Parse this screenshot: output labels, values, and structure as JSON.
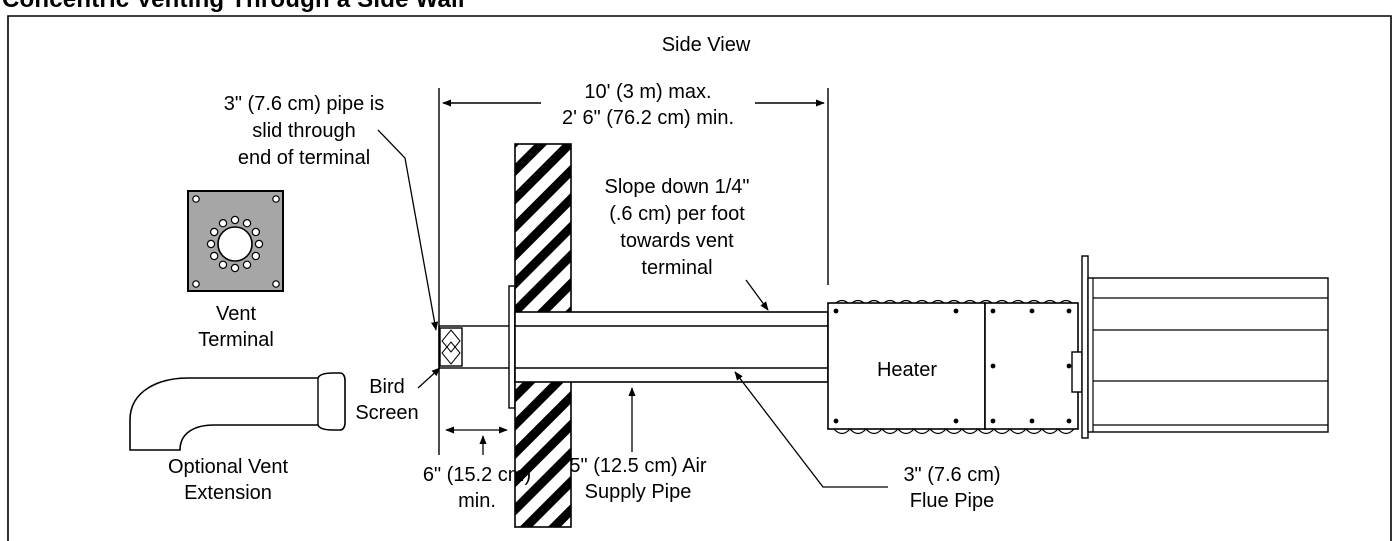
{
  "figure": {
    "truncated_heading": "Concentric Venting Through a Side Wall",
    "title": "Side View"
  },
  "labels": {
    "pipe_slid": [
      "3\" (7.6 cm) pipe is",
      "slid through",
      "end of terminal"
    ],
    "length_range": [
      "10' (3 m) max.",
      "2' 6\" (76.2 cm) min."
    ],
    "slope": [
      "Slope down 1/4\"",
      "(.6 cm) per foot",
      "towards vent",
      "terminal"
    ],
    "vent_terminal": [
      "Vent",
      "Terminal"
    ],
    "bird_screen": [
      "Bird",
      "Screen"
    ],
    "heater": "Heater",
    "optional_extension": [
      "Optional Vent",
      "Extension"
    ],
    "min_clearance": [
      "6\" (15.2 cm)",
      "min."
    ],
    "air_supply_pipe": [
      "5\" (12.5 cm) Air",
      "Supply Pipe"
    ],
    "flue_pipe": [
      "3\" (7.6 cm)",
      "Flue Pipe"
    ]
  },
  "colors": {
    "line": "#000000",
    "terminal_fill": "#a6a6a6",
    "background": "#ffffff"
  }
}
